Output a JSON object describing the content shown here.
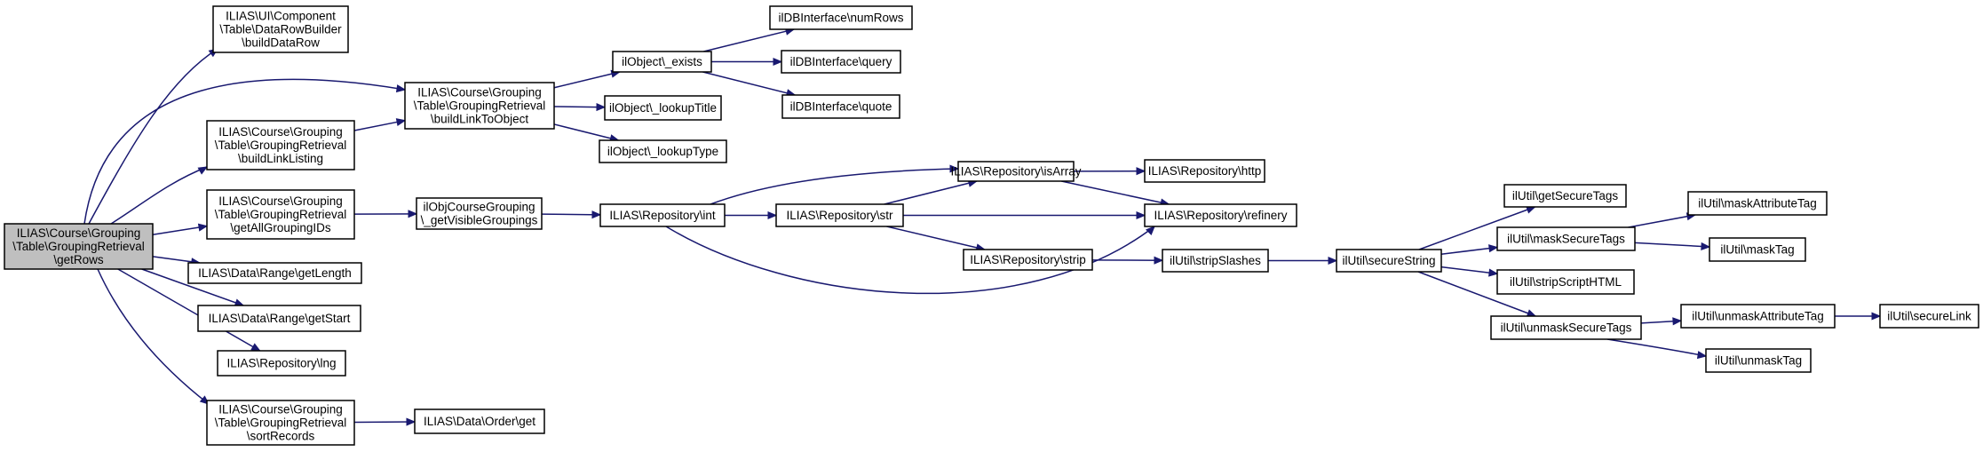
{
  "graph": {
    "root": "getRows",
    "nodes": [
      {
        "id": "getRows",
        "root": true,
        "lines": [
          "ILIAS\\Course\\Grouping",
          "\\Table\\GroupingRetrieval",
          "\\getRows"
        ]
      },
      {
        "id": "buildDataRow",
        "lines": [
          "ILIAS\\UI\\Component",
          "\\Table\\DataRowBuilder",
          "\\buildDataRow"
        ]
      },
      {
        "id": "buildLinkListing",
        "lines": [
          "ILIAS\\Course\\Grouping",
          "\\Table\\GroupingRetrieval",
          "\\buildLinkListing"
        ]
      },
      {
        "id": "getAllGroupingIDs",
        "lines": [
          "ILIAS\\Course\\Grouping",
          "\\Table\\GroupingRetrieval",
          "\\getAllGroupingIDs"
        ]
      },
      {
        "id": "rangeGetLength",
        "lines": [
          "ILIAS\\Data\\Range\\getLength"
        ]
      },
      {
        "id": "rangeGetStart",
        "lines": [
          "ILIAS\\Data\\Range\\getStart"
        ]
      },
      {
        "id": "repoLng",
        "lines": [
          "ILIAS\\Repository\\lng"
        ]
      },
      {
        "id": "sortRecords",
        "lines": [
          "ILIAS\\Course\\Grouping",
          "\\Table\\GroupingRetrieval",
          "\\sortRecords"
        ]
      },
      {
        "id": "buildLinkToObject",
        "lines": [
          "ILIAS\\Course\\Grouping",
          "\\Table\\GroupingRetrieval",
          "\\buildLinkToObject"
        ]
      },
      {
        "id": "getVisibleGroupings",
        "lines": [
          "ilObjCourseGrouping",
          "\\_getVisibleGroupings"
        ]
      },
      {
        "id": "orderGet",
        "lines": [
          "ILIAS\\Data\\Order\\get"
        ]
      },
      {
        "id": "objExists",
        "lines": [
          "ilObject\\_exists"
        ]
      },
      {
        "id": "lookupTitle",
        "lines": [
          "ilObject\\_lookupTitle"
        ]
      },
      {
        "id": "lookupType",
        "lines": [
          "ilObject\\_lookupType"
        ]
      },
      {
        "id": "repoInt",
        "lines": [
          "ILIAS\\Repository\\int"
        ]
      },
      {
        "id": "numRows",
        "lines": [
          "ilDBInterface\\numRows"
        ]
      },
      {
        "id": "query",
        "lines": [
          "ilDBInterface\\query"
        ]
      },
      {
        "id": "quote",
        "lines": [
          "ilDBInterface\\quote"
        ]
      },
      {
        "id": "repoStr",
        "lines": [
          "ILIAS\\Repository\\str"
        ]
      },
      {
        "id": "repoIsArray",
        "lines": [
          "ILIAS\\Repository\\isArray"
        ]
      },
      {
        "id": "repoStrip",
        "lines": [
          "ILIAS\\Repository\\strip"
        ]
      },
      {
        "id": "repoHttp",
        "lines": [
          "ILIAS\\Repository\\http"
        ]
      },
      {
        "id": "repoRefinery",
        "lines": [
          "ILIAS\\Repository\\refinery"
        ]
      },
      {
        "id": "stripSlashes",
        "lines": [
          "ilUtil\\stripSlashes"
        ]
      },
      {
        "id": "secureString",
        "lines": [
          "ilUtil\\secureString"
        ]
      },
      {
        "id": "getSecureTags",
        "lines": [
          "ilUtil\\getSecureTags"
        ]
      },
      {
        "id": "maskSecureTags",
        "lines": [
          "ilUtil\\maskSecureTags"
        ]
      },
      {
        "id": "stripScriptHTML",
        "lines": [
          "ilUtil\\stripScriptHTML"
        ]
      },
      {
        "id": "unmaskSecureTags",
        "lines": [
          "ilUtil\\unmaskSecureTags"
        ]
      },
      {
        "id": "maskAttributeTag",
        "lines": [
          "ilUtil\\maskAttributeTag"
        ]
      },
      {
        "id": "maskTag",
        "lines": [
          "ilUtil\\maskTag"
        ]
      },
      {
        "id": "unmaskAttributeTag",
        "lines": [
          "ilUtil\\unmaskAttributeTag"
        ]
      },
      {
        "id": "unmaskTag",
        "lines": [
          "ilUtil\\unmaskTag"
        ]
      },
      {
        "id": "secureLink",
        "lines": [
          "ilUtil\\secureLink"
        ]
      }
    ],
    "edges": [
      [
        "getRows",
        "buildDataRow"
      ],
      [
        "getRows",
        "buildLinkToObject"
      ],
      [
        "getRows",
        "buildLinkListing"
      ],
      [
        "getRows",
        "getAllGroupingIDs"
      ],
      [
        "getRows",
        "rangeGetLength"
      ],
      [
        "getRows",
        "rangeGetStart"
      ],
      [
        "getRows",
        "repoLng"
      ],
      [
        "getRows",
        "sortRecords"
      ],
      [
        "buildLinkListing",
        "buildLinkToObject"
      ],
      [
        "getAllGroupingIDs",
        "getVisibleGroupings"
      ],
      [
        "sortRecords",
        "orderGet"
      ],
      [
        "buildLinkToObject",
        "objExists"
      ],
      [
        "buildLinkToObject",
        "lookupTitle"
      ],
      [
        "buildLinkToObject",
        "lookupType"
      ],
      [
        "getVisibleGroupings",
        "repoInt"
      ],
      [
        "objExists",
        "numRows"
      ],
      [
        "objExists",
        "query"
      ],
      [
        "objExists",
        "quote"
      ],
      [
        "repoInt",
        "repoIsArray"
      ],
      [
        "repoInt",
        "repoStr"
      ],
      [
        "repoInt",
        "repoRefinery"
      ],
      [
        "repoStr",
        "repoIsArray"
      ],
      [
        "repoStr",
        "repoRefinery"
      ],
      [
        "repoStr",
        "repoStrip"
      ],
      [
        "repoIsArray",
        "repoHttp"
      ],
      [
        "repoIsArray",
        "repoRefinery"
      ],
      [
        "repoStrip",
        "stripSlashes"
      ],
      [
        "stripSlashes",
        "secureString"
      ],
      [
        "secureString",
        "getSecureTags"
      ],
      [
        "secureString",
        "maskSecureTags"
      ],
      [
        "secureString",
        "stripScriptHTML"
      ],
      [
        "secureString",
        "unmaskSecureTags"
      ],
      [
        "maskSecureTags",
        "maskAttributeTag"
      ],
      [
        "maskSecureTags",
        "maskTag"
      ],
      [
        "unmaskSecureTags",
        "unmaskAttributeTag"
      ],
      [
        "unmaskSecureTags",
        "unmaskTag"
      ],
      [
        "unmaskAttributeTag",
        "secureLink"
      ]
    ],
    "colors": {
      "edge": "#191970",
      "root_fill": "#bfbfbf",
      "node_fill": "#ffffff",
      "node_border": "#000000"
    }
  }
}
